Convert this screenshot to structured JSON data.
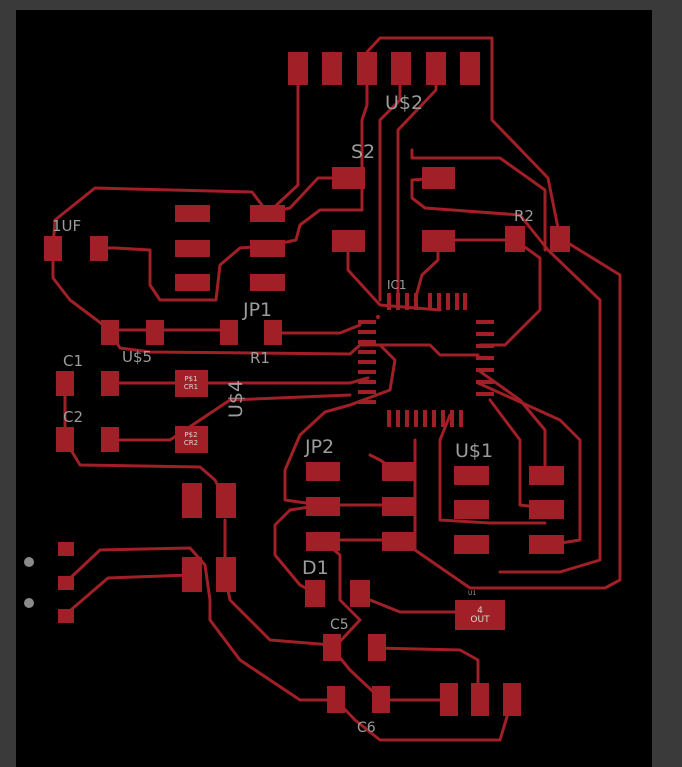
{
  "colors": {
    "board": "#000000",
    "frame": "#3a3a3a",
    "copper": "#a11f26",
    "silk": "#9c9c9c",
    "hole": "#8a8a8a"
  },
  "labels": {
    "u2": "U$2",
    "s2": "S2",
    "r2": "R2",
    "uf": "1UF",
    "ic1": "IC1",
    "jp1": "JP1",
    "c1": "C1",
    "u5": "U$5",
    "r1": "R1",
    "u4": "U$4",
    "c2": "C2",
    "jp2": "JP2",
    "u1": "U$1",
    "d1": "D1",
    "c5": "C5",
    "c6": "C6",
    "u1_small": "U1",
    "reg_in": "4",
    "reg_out": "OUT",
    "p1_top": "P$1",
    "p1_bot": "CR1",
    "p2_top": "P$2",
    "p2_bot": "CR2"
  }
}
